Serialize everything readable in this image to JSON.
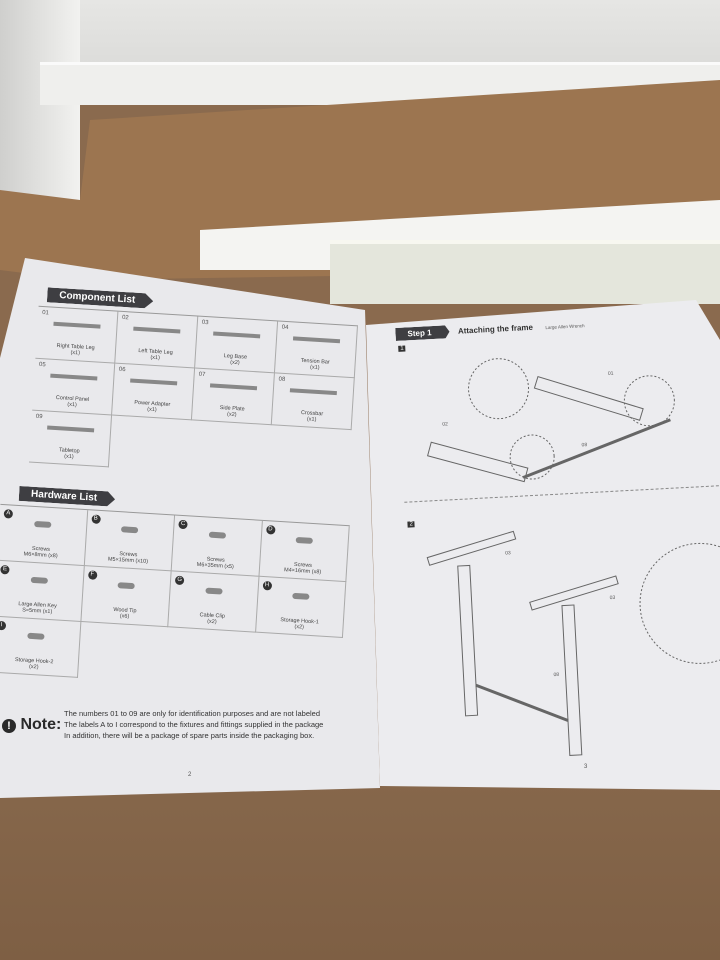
{
  "left_page": {
    "component_title": "Component List",
    "components": [
      {
        "num": "01",
        "name": "Right Table Leg",
        "qty": "(x1)"
      },
      {
        "num": "02",
        "name": "Left Table Leg",
        "qty": "(x1)"
      },
      {
        "num": "03",
        "name": "Leg Base",
        "qty": "(x2)"
      },
      {
        "num": "04",
        "name": "Tension Bar",
        "qty": "(x1)"
      },
      {
        "num": "05",
        "name": "Control Panel",
        "qty": "(x1)"
      },
      {
        "num": "06",
        "name": "Power Adapter",
        "qty": "(x1)"
      },
      {
        "num": "07",
        "name": "Side Plate",
        "qty": "(x2)"
      },
      {
        "num": "08",
        "name": "Crossbar",
        "qty": "(x1)"
      },
      {
        "num": "09",
        "name": "Tabletop",
        "qty": "(x1)"
      }
    ],
    "hardware_title": "Hardware List",
    "hardware": [
      {
        "label": "A",
        "name": "Screws",
        "spec": "M6×8mm (x8)"
      },
      {
        "label": "B",
        "name": "Screws",
        "spec": "M5×15mm (x10)"
      },
      {
        "label": "C",
        "name": "Screws",
        "spec": "M6×35mm (x5)"
      },
      {
        "label": "D",
        "name": "Screws",
        "spec": "M4×16mm (x8)"
      },
      {
        "label": "E",
        "name": "Large Allen Key",
        "spec": "S=5mm (x1)"
      },
      {
        "label": "F",
        "name": "Wood Tip",
        "spec": "(x6)"
      },
      {
        "label": "G",
        "name": "Cable Clip",
        "spec": "(x2)"
      },
      {
        "label": "H",
        "name": "Storage Hook-1",
        "spec": "(x2)"
      },
      {
        "label": "I",
        "name": "Storage Hook-2",
        "spec": "(x2)"
      }
    ],
    "note_label": "Note:",
    "note_lines": [
      "The numbers 01 to 09 are only for identification purposes and are not labeled",
      "The labels A to I correspond to the fixtures and fittings supplied in the package",
      "In addition, there will be a package of spare parts inside the packaging box."
    ],
    "page_number": "2"
  },
  "right_page": {
    "step_badge": "Step 1",
    "step_title": "Attaching the frame",
    "tool_label": "Large Allen Wrench",
    "substeps": [
      "1",
      "2"
    ],
    "part_labels": [
      "01",
      "02",
      "08",
      "03",
      "03",
      "08"
    ],
    "page_number": "3"
  }
}
